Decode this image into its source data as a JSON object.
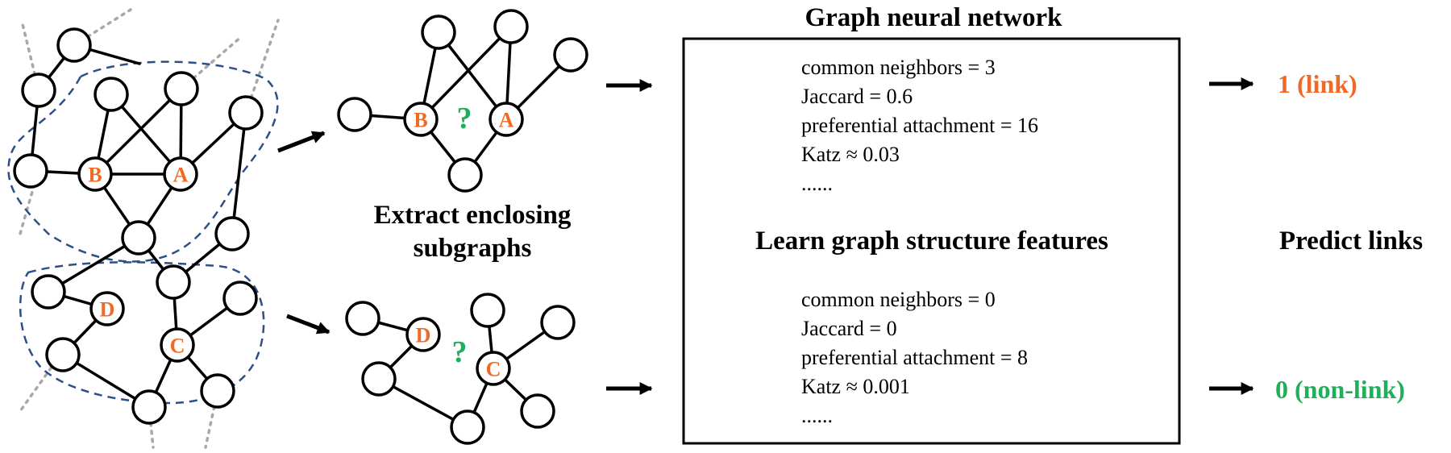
{
  "labels": {
    "node_a": "A",
    "node_b": "B",
    "node_c": "C",
    "node_d": "D",
    "question": "?"
  },
  "extract_title": [
    "Extract enclosing",
    "subgraphs"
  ],
  "gnn_title": "Graph neural network",
  "learn_title": "Learn graph structure features",
  "predict_title": "Predict links",
  "features_top": [
    "common neighbors = 3",
    "Jaccard = 0.6",
    "preferential attachment = 16",
    "Katz ≈ 0.03",
    "......"
  ],
  "features_bottom": [
    "common neighbors = 0",
    "Jaccard = 0",
    "preferential attachment = 8",
    "Katz ≈ 0.001",
    "......"
  ],
  "output_link": "1 (link)",
  "output_nonlink": "0 (non-link)",
  "colors": {
    "label_orange": "#f06a25",
    "question_green": "#1faf5b",
    "region_blue": "#2e4f86"
  }
}
